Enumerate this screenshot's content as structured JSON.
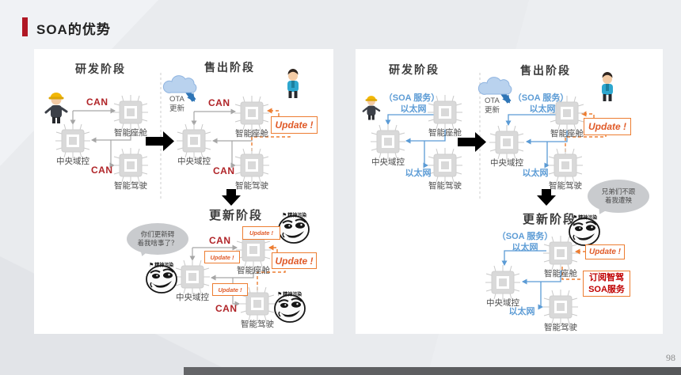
{
  "slide": {
    "title": "SOA的优势",
    "page_number": "98"
  },
  "phases": {
    "rd": "研发阶段",
    "sold": "售出阶段",
    "update": "更新阶段"
  },
  "nodes": {
    "central": "中央域控",
    "cockpit": "智能座舱",
    "driving": "智能驾驶"
  },
  "left": {
    "bus": "CAN",
    "bubble_line1": "你们更新碍",
    "bubble_line2": "着我啥事了？"
  },
  "right": {
    "service": "（SOA 服务）",
    "bus": "以太网",
    "bubble_line1": "兄弟们不跟",
    "bubble_line2": "着我遭殃",
    "subscribe_line1": "订阅智驾",
    "subscribe_line2": "SOA服务"
  },
  "ota": {
    "line1": "OTA",
    "line2": "更新"
  },
  "callout": {
    "update": "Update !"
  },
  "meme": {
    "flag_glyph": "⚑",
    "flag_text": "精神污染"
  },
  "colors": {
    "accent_red": "#b01724",
    "can_red": "#b02428",
    "callout_orange_border": "#ed7d31",
    "callout_orange_text": "#e05a28",
    "subscribe_red": "#c00000",
    "ethernet_blue": "#5b9bd5",
    "ota_arrow_blue": "#2e75b6",
    "gray_arrow": "#a6a6a6",
    "chip_gray": "#d9d9d9",
    "bubble_gray": "#c9cbce",
    "panel_white": "#ffffff",
    "slide_bg": "#e9ebee"
  }
}
